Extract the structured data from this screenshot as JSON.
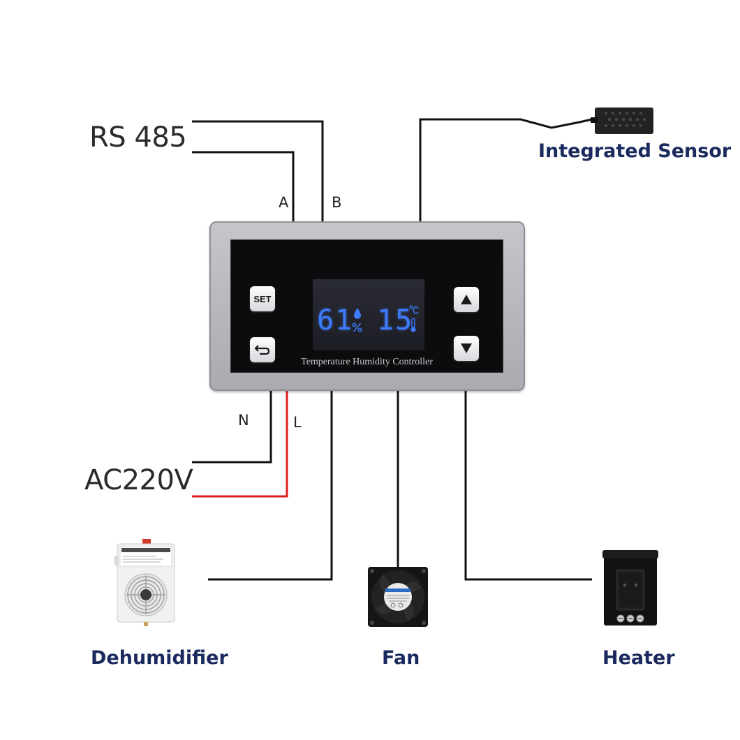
{
  "labels": {
    "rs485": "RS 485",
    "ac220v": "AC220V",
    "pin_a": "A",
    "pin_b": "B",
    "pin_n": "N",
    "pin_l": "L"
  },
  "controller": {
    "title": "Temperature Humidity Controller",
    "set_key": "SET",
    "humidity_value": "61",
    "temperature_value": "15",
    "lcd_color": "#3d7bff"
  },
  "devices": {
    "sensor": "Integrated Sensor",
    "dehumidifier": "Dehumidifier",
    "fan": "Fan",
    "heater": "Heater"
  },
  "colors": {
    "wire": "#111111",
    "live_wire": "#e01c1c",
    "device_label": "#1b2a5e"
  },
  "icons": [
    "back-arrow-icon",
    "up-arrow-icon",
    "down-arrow-icon",
    "water-drop-icon",
    "thermometer-icon"
  ]
}
